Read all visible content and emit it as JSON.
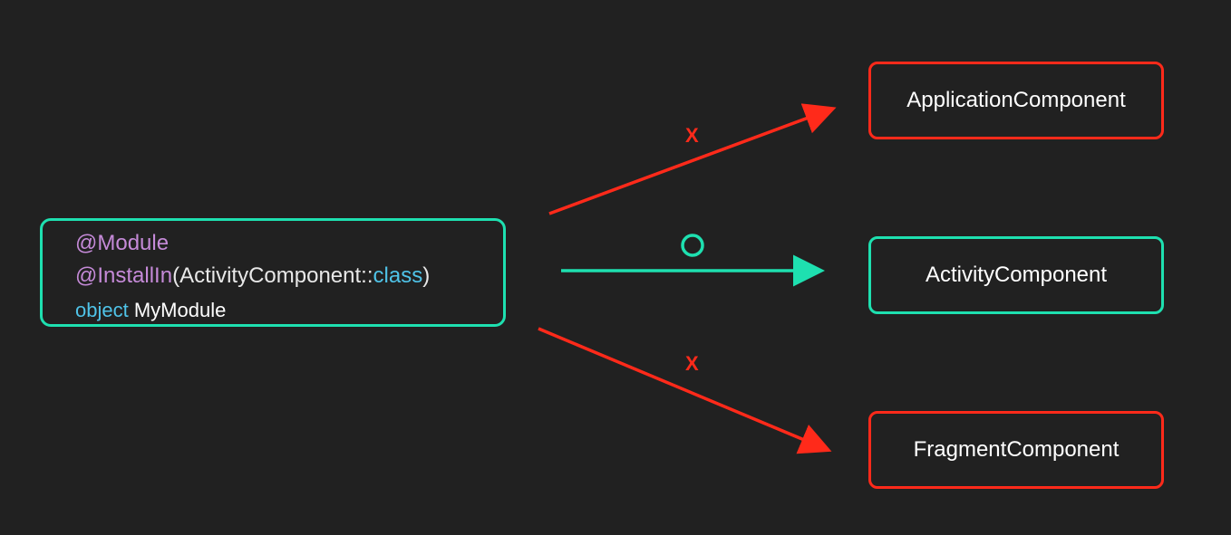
{
  "module": {
    "annotation_module": "@Module",
    "annotation_installin": "@InstallIn",
    "paren_open": "(",
    "component_ref": "ActivityComponent",
    "double_colon": "::",
    "class_keyword": "class",
    "paren_close": ")",
    "object_keyword": "object",
    "object_name": "MyModule"
  },
  "components": [
    {
      "label": "ApplicationComponent",
      "allowed": false,
      "mark": "X"
    },
    {
      "label": "ActivityComponent",
      "allowed": true,
      "mark": "O"
    },
    {
      "label": "FragmentComponent",
      "allowed": false,
      "mark": "X"
    }
  ],
  "colors": {
    "background": "#212121",
    "allowed": "#1ee0b0",
    "denied": "#ff2a1a",
    "annotation": "#c58ad8",
    "keyword": "#4fc3e8"
  }
}
